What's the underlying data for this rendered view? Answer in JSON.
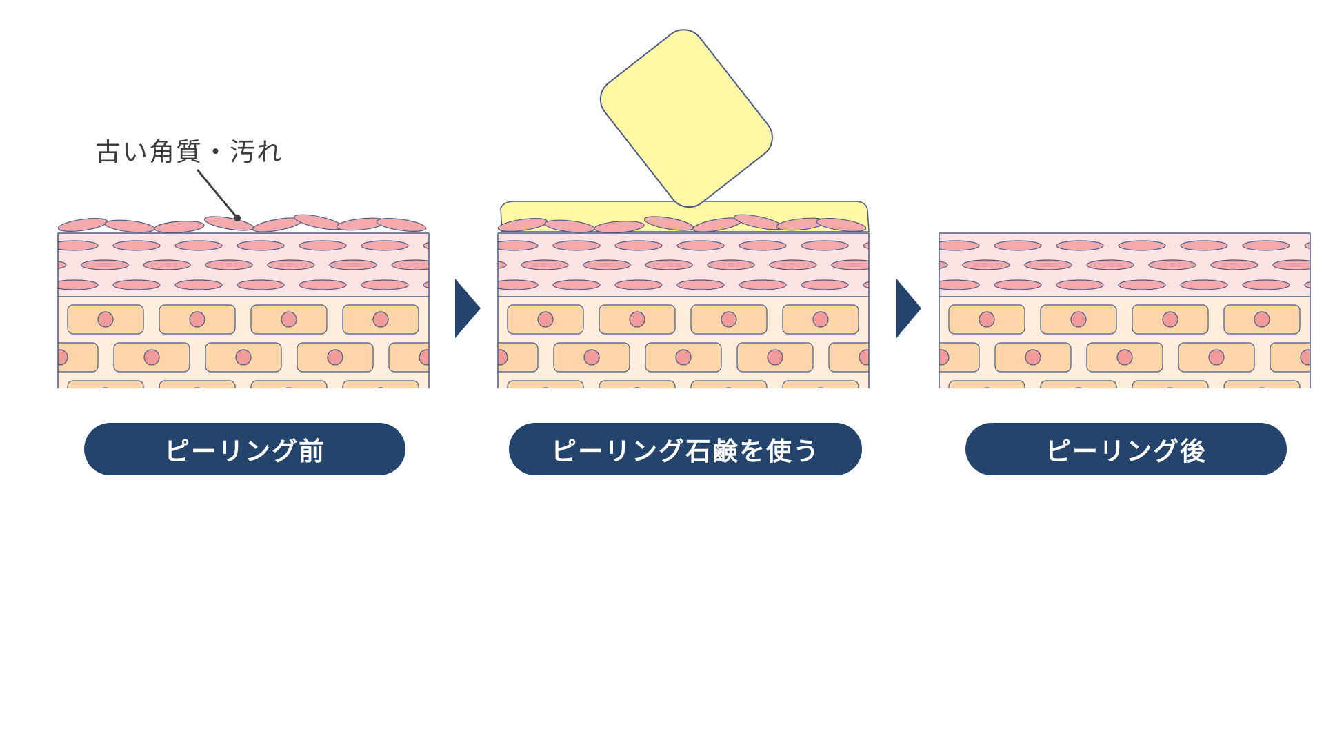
{
  "annotation": {
    "text": "古い角質・汚れ"
  },
  "stages": [
    {
      "label": "ピーリング前"
    },
    {
      "label": "ピーリング石鹸を使う"
    },
    {
      "label": "ピーリング後"
    }
  ],
  "colors": {
    "label_bg": "#24446b",
    "label_text": "#ffffff",
    "arrow": "#24446b",
    "outline": "#4a5a85",
    "corneous_cell": "#f4a9ad",
    "upper_layer_bg": "#fde3e3",
    "lower_layer_bg": "#fdeedd",
    "basal_cell": "#fcd6a9",
    "nucleus": "#f19b9b",
    "soap": "#fff8a6"
  },
  "icons": {
    "arrow_1": "triangle-right-icon",
    "arrow_2": "triangle-right-icon",
    "soap": "soap-bar-icon",
    "pointer": "leader-line"
  }
}
